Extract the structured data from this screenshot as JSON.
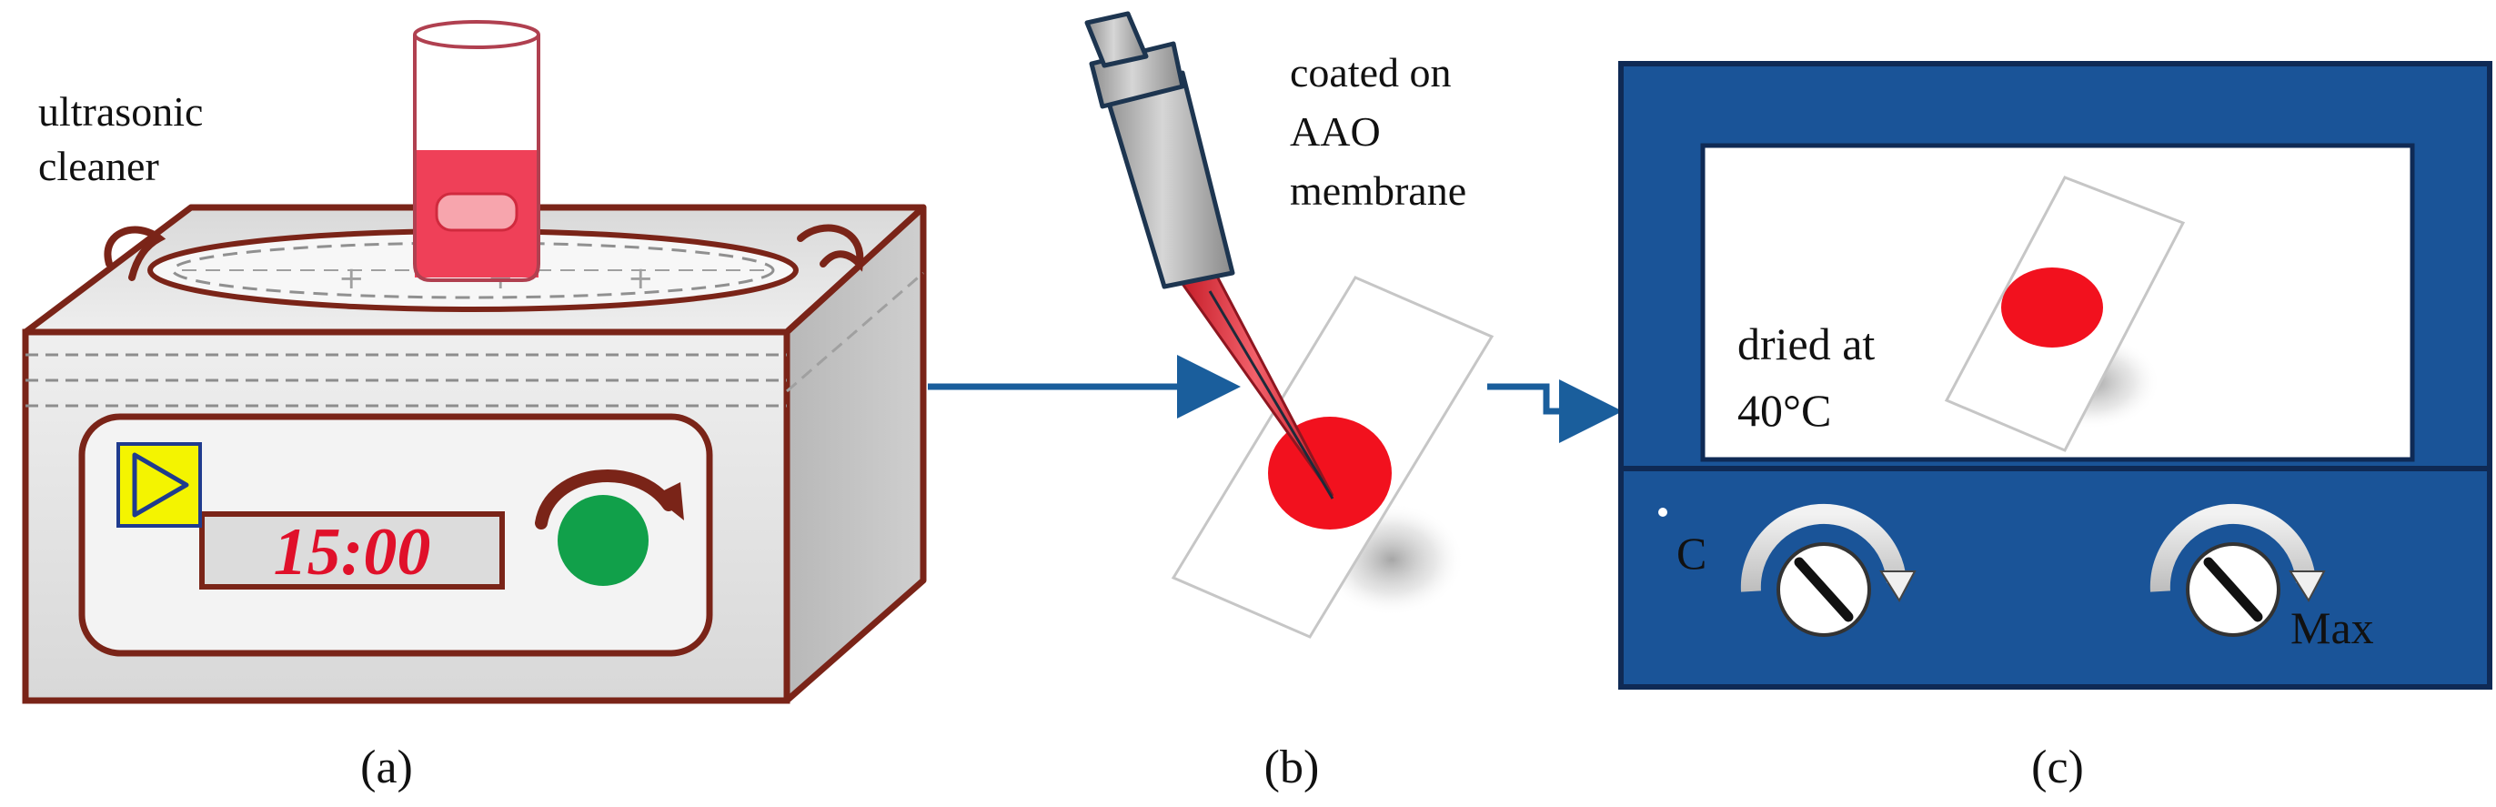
{
  "panel_a": {
    "label_line1": "ultrasonic",
    "label_line2": "cleaner",
    "timer": "15:00",
    "caption": "(a)"
  },
  "panel_b": {
    "label_line1": "coated on",
    "label_line2": "AAO",
    "label_line3": "membrane",
    "caption": "(b)"
  },
  "panel_c": {
    "label_line1": "dried at",
    "label_line2": "40°C",
    "knob_left_label": "C",
    "knob_right_label": "Max",
    "caption": "(c)"
  },
  "colors": {
    "machine_outline": "#7a2418",
    "machine_body": "#e6e6e6",
    "liquid": "#ef4058",
    "timer_text": "#e0102a",
    "start_button": "#11a04a",
    "play_icon": "#f4f400",
    "arrow": "#1a5e9c",
    "oven_body": "#1a5498",
    "sample_spot": "#f2111e",
    "pipette_tip": "#e8343f"
  }
}
